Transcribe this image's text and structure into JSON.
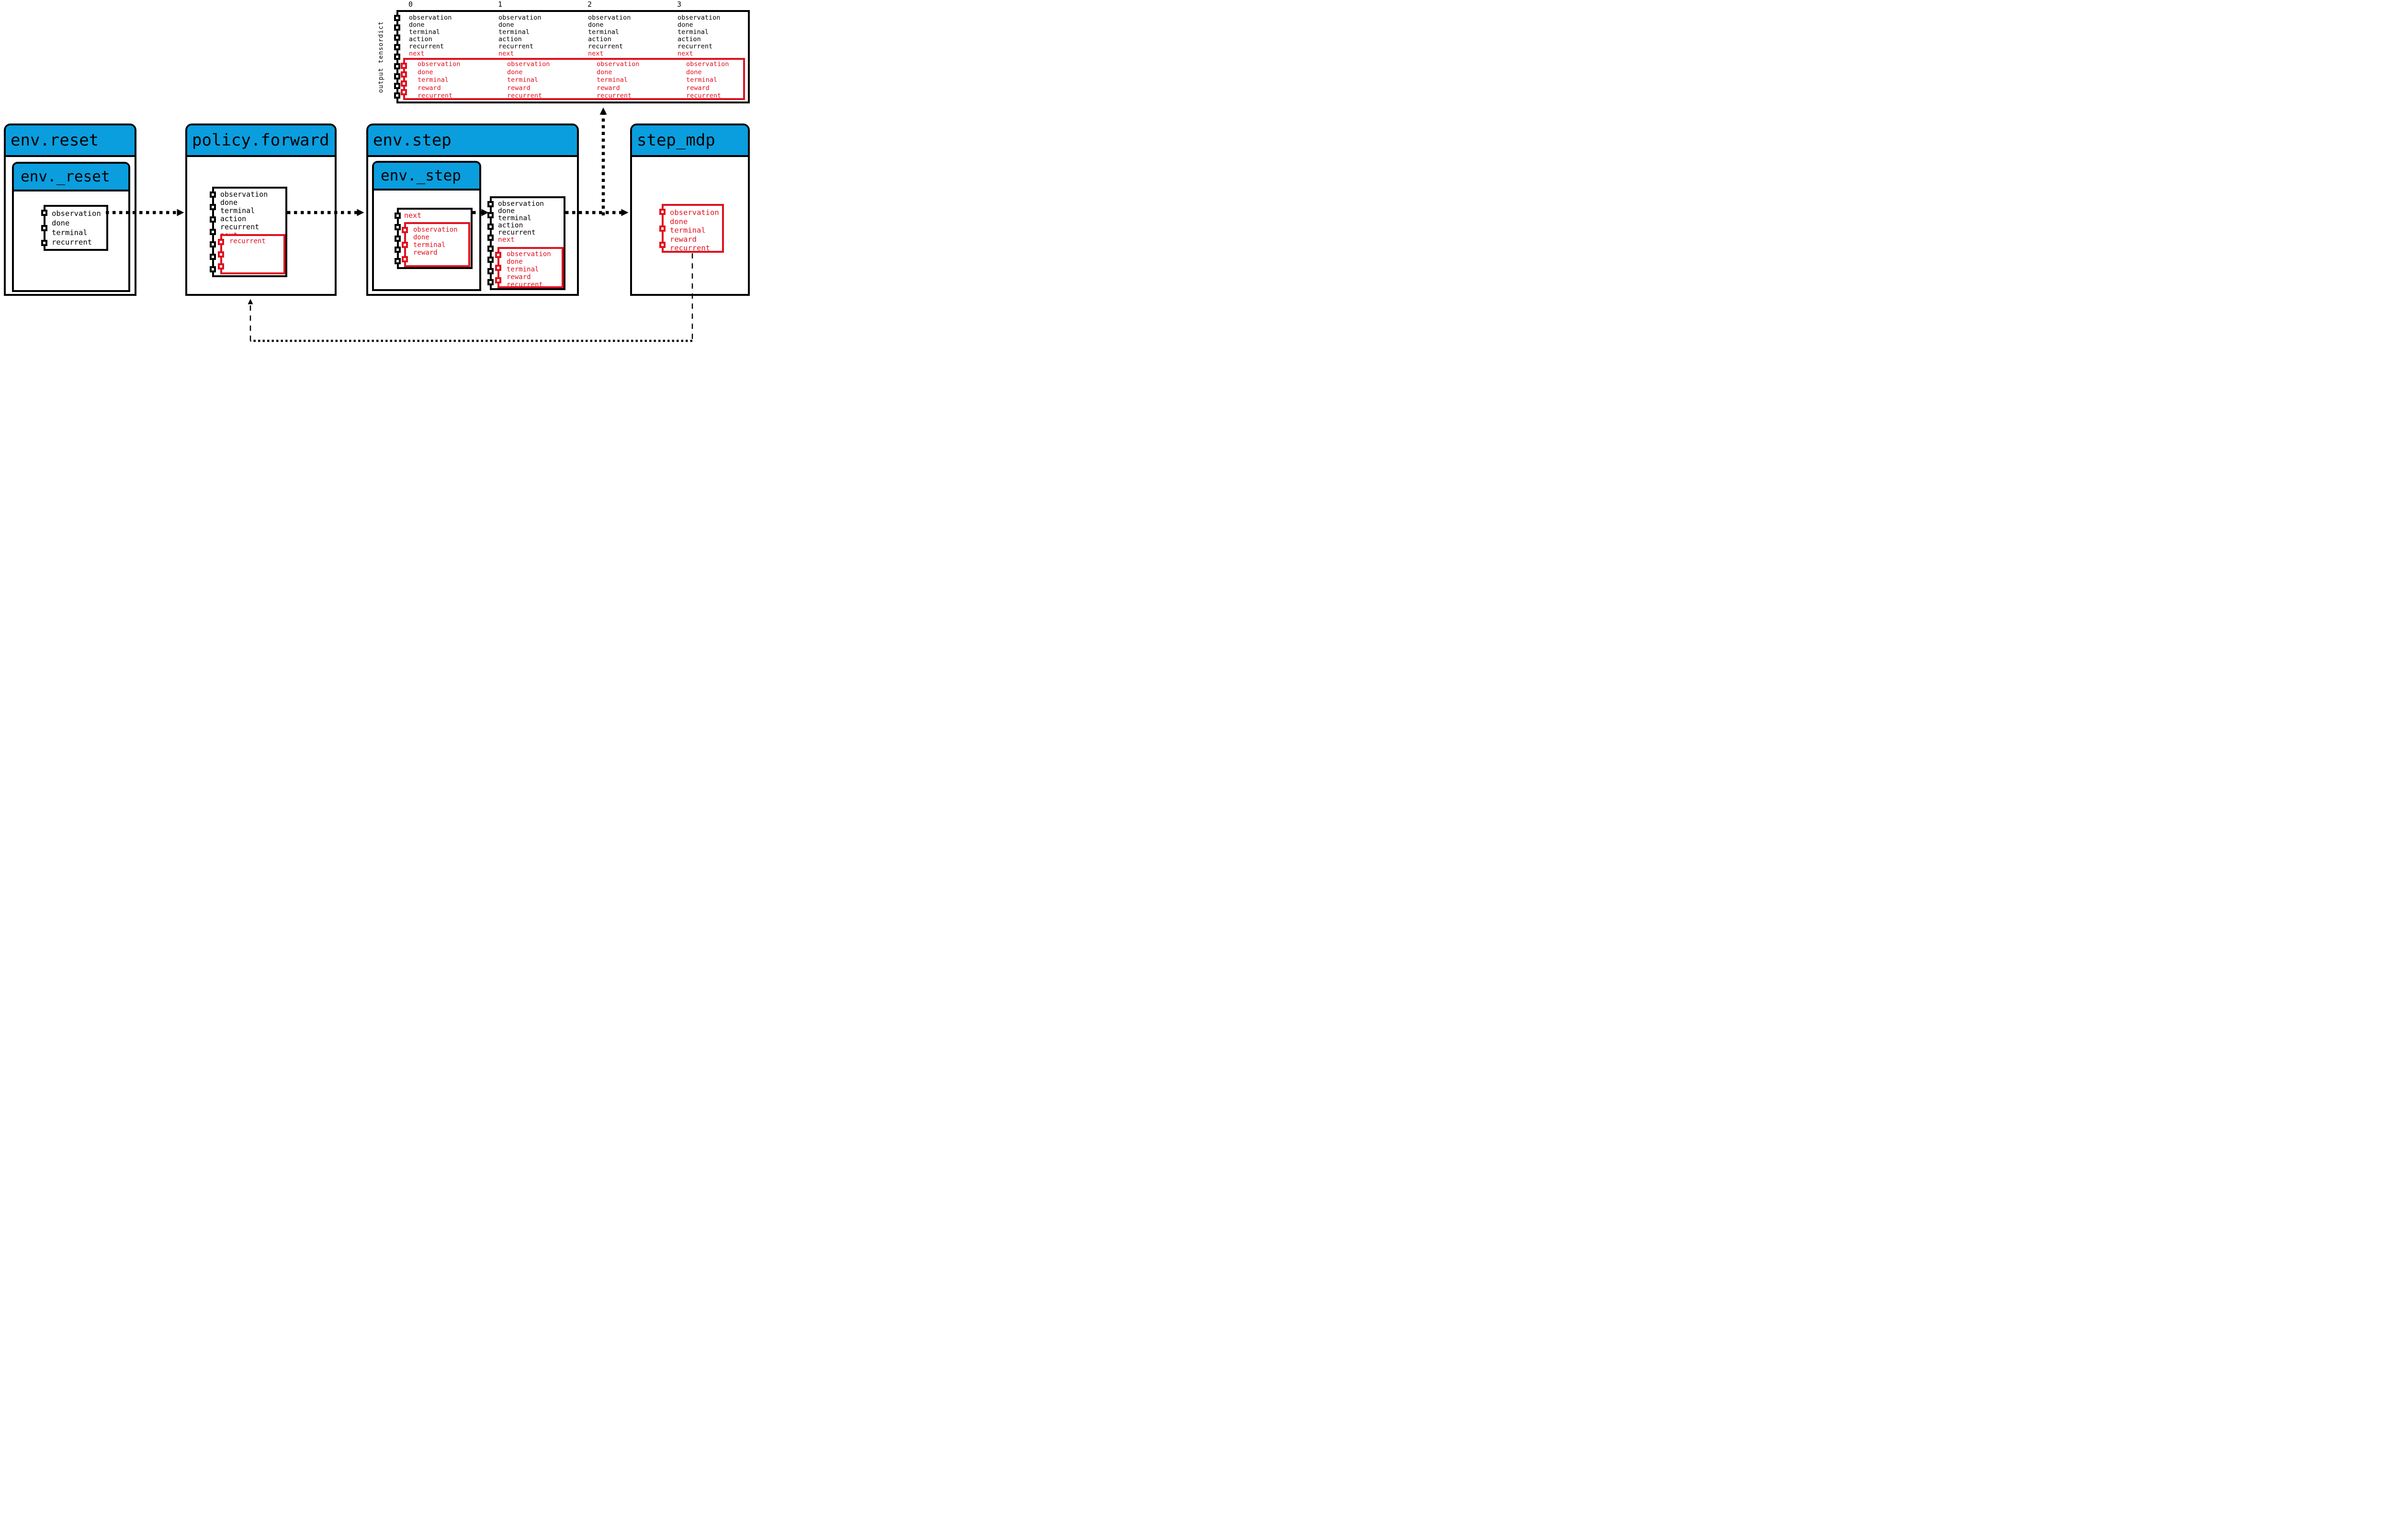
{
  "colors": {
    "header_blue": "#0a9ede",
    "accent_red": "#e0101f",
    "line_black": "#000000"
  },
  "output_tensordict": {
    "side_label": "output tensordict",
    "column_headers": [
      "0",
      "1",
      "2",
      "3"
    ],
    "keys": [
      "observation",
      "done",
      "terminal",
      "action",
      "recurrent"
    ],
    "next_key": "next",
    "next_keys": [
      "observation",
      "done",
      "terminal",
      "reward",
      "recurrent"
    ]
  },
  "env_reset": {
    "title": "env.reset",
    "inner_title": "env._reset",
    "td_keys": [
      "observation",
      "done",
      "terminal",
      "recurrent"
    ]
  },
  "policy_forward": {
    "title": "policy.forward",
    "td_keys": [
      "observation",
      "done",
      "terminal",
      "action",
      "recurrent"
    ],
    "next_key": "next",
    "next_td_keys": [
      "recurrent"
    ]
  },
  "env_step": {
    "title": "env.step",
    "inner_title": "env._step",
    "step_td": {
      "next_key": "next",
      "next_td_keys": [
        "observation",
        "done",
        "terminal",
        "reward"
      ]
    },
    "out_td": {
      "keys": [
        "observation",
        "done",
        "terminal",
        "action",
        "recurrent"
      ],
      "next_key": "next",
      "next_td_keys": [
        "observation",
        "done",
        "terminal",
        "reward",
        "recurrent"
      ]
    }
  },
  "step_mdp": {
    "title": "step_mdp",
    "td_keys": [
      "observation",
      "done",
      "terminal",
      "reward",
      "recurrent"
    ]
  }
}
